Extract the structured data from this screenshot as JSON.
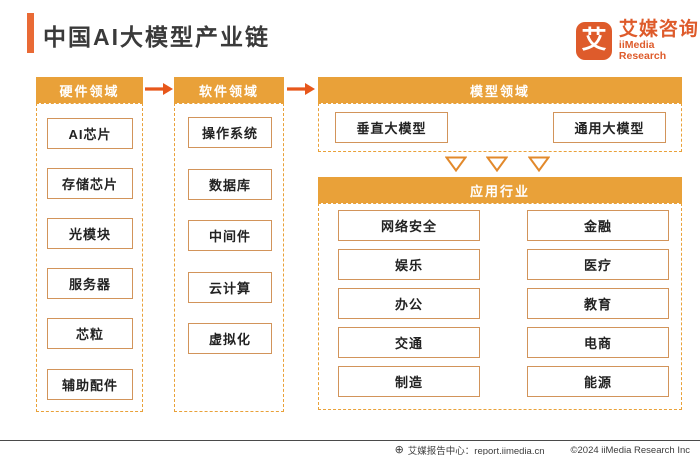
{
  "title": "中国AI大模型产业链",
  "logo": {
    "mark": "艾",
    "name_cn": "艾媒咨询",
    "name_en": "iiMedia Research"
  },
  "colors": {
    "header_amber": "#E9A139",
    "flow_arrow": "#E7571B",
    "title_accent": "#E96A35",
    "brand_orange": "#DE5B2B",
    "box_border": "#D2945A"
  },
  "flow": {
    "hardware": {
      "header": "硬件领域",
      "items": [
        "AI芯片",
        "存储芯片",
        "光模块",
        "服务器",
        "芯粒",
        "辅助配件"
      ]
    },
    "software": {
      "header": "软件领域",
      "items": [
        "操作系统",
        "数据库",
        "中间件",
        "云计算",
        "虚拟化"
      ]
    },
    "model": {
      "header": "模型领域",
      "items": [
        "垂直大模型",
        "通用大模型"
      ]
    },
    "application": {
      "header": "应用行业",
      "left_items": [
        "网络安全",
        "娱乐",
        "办公",
        "交通",
        "制造"
      ],
      "right_items": [
        "金融",
        "医疗",
        "教育",
        "电商",
        "能源"
      ]
    }
  },
  "footer": {
    "report_center": "艾媒报告中心：report.iimedia.cn",
    "copyright": "©2024 iiMedia Research Inc"
  }
}
